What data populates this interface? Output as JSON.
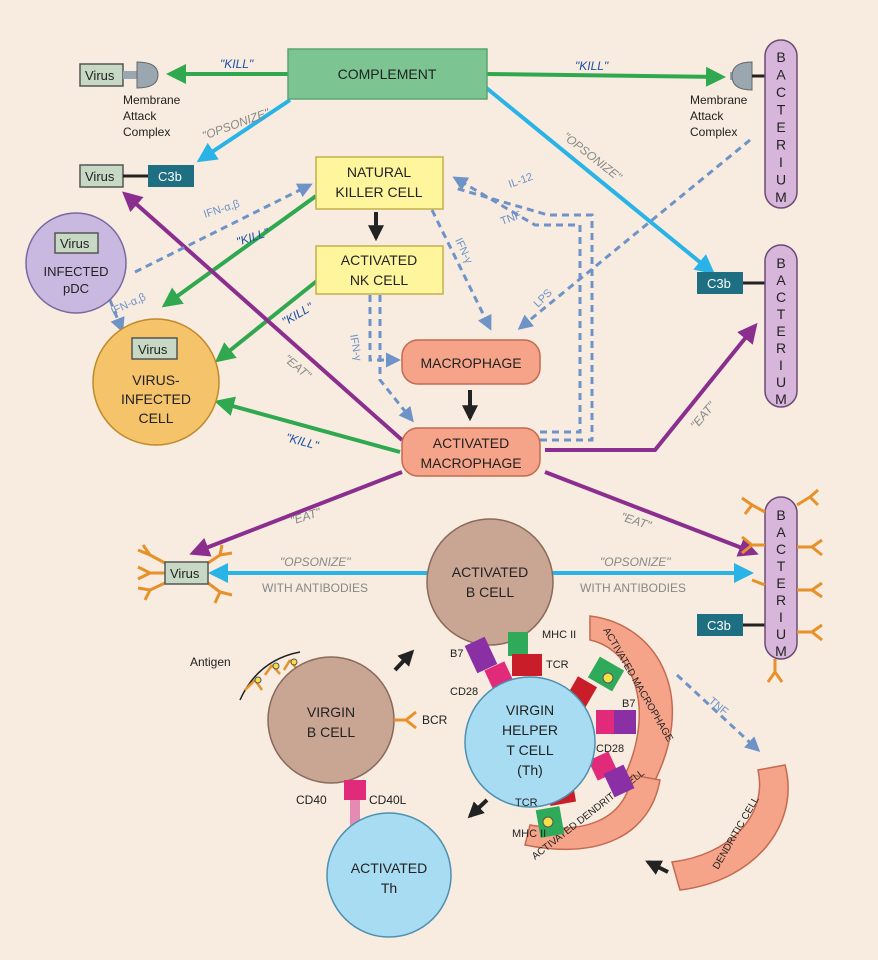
{
  "nodes": {
    "complement": "COMPLEMENT",
    "nk_l1": "NATURAL",
    "nk_l2": "KILLER CELL",
    "ank_l1": "ACTIVATED",
    "ank_l2": "NK CELL",
    "macrophage": "MACROPHAGE",
    "am_l1": "ACTIVATED",
    "am_l2": "MACROPHAGE",
    "pdc_l1": "INFECTED",
    "pdc_l2": "pDC",
    "vic_l1": "VIRUS-",
    "vic_l2": "INFECTED",
    "vic_l3": "CELL",
    "ab_l1": "ACTIVATED",
    "ab_l2": "B CELL",
    "vb_l1": "VIRGIN",
    "vb_l2": "B CELL",
    "vh_l1": "VIRGIN",
    "vh_l2": "HELPER",
    "vh_l3": "T CELL",
    "vh_l4": "(Th)",
    "ath_l1": "ACTIVATED",
    "ath_l2": "Th",
    "act_macro_arc": "ACTIVATED MACROPHAGE",
    "act_dc_arc": "ACTIVATED DENDRITIC CELL",
    "dc_arc": "DENDRITIC CELL"
  },
  "bacterium_letters": [
    "B",
    "A",
    "C",
    "T",
    "E",
    "R",
    "I",
    "U",
    "M"
  ],
  "labels": {
    "virus": "Virus",
    "c3b": "C3b",
    "mac_l1": "Membrane",
    "mac_l2": "Attack",
    "mac_l3": "Complex",
    "with_antibodies": "WITH ANTIBODIES",
    "antigen": "Antigen",
    "bcr": "BCR",
    "cd40": "CD40",
    "cd40l": "CD40L",
    "b7": "B7",
    "cd28": "CD28",
    "mhc2": "MHC II",
    "tcr": "TCR"
  },
  "actions": {
    "kill": "\"KILL\"",
    "opsonize": "\"OPSONIZE\"",
    "eat": "\"EAT\""
  },
  "cytokines": {
    "ifn_ab": "IFN-α,β",
    "ifn_g": "IFN-γ",
    "il12": "IL-12",
    "tnf": "TNF",
    "lps": "LPS"
  },
  "colors": {
    "kill_green": "#2fa84f",
    "eat_purple": "#8b2f8f",
    "opsonize_blue": "#2ab3e6",
    "cytokine_dashed": "#6f93c7",
    "complement_fill": "#7cc593",
    "nk_fill": "#fff59d",
    "macrophage_fill": "#f5a48a",
    "bacterium_fill": "#d8b6db",
    "virus_cell_fill": "#f5c36a",
    "pdc_fill": "#c9b8e0",
    "b_cell_fill": "#c9a594",
    "t_cell_fill": "#a8dcf2",
    "c3b_fill": "#1f6f82",
    "antibody_orange": "#e8912a"
  }
}
